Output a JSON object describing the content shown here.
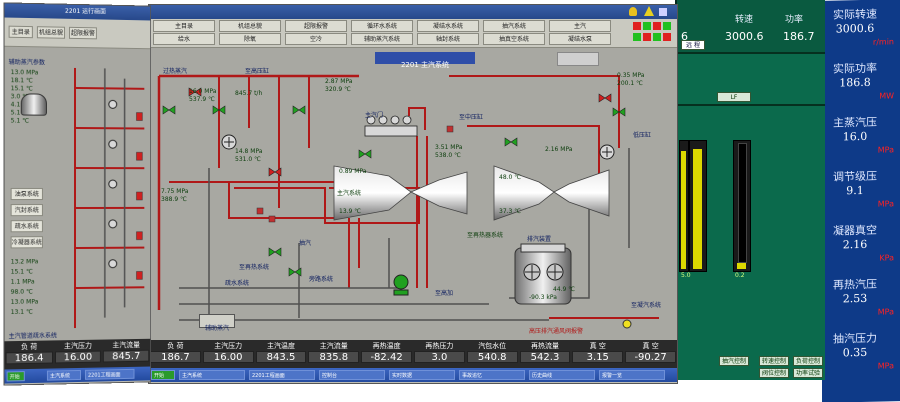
{
  "left_screen": {
    "header_label": "2201 运行画面",
    "toolbar": [
      "主目录",
      "机组总貌",
      "超限报警"
    ],
    "side_params": {
      "title": "辅助蒸汽参数",
      "values": [
        "13.0 MPa",
        "18.1 ℃",
        "15.1 ℃",
        "3.0 ℃",
        "4.1 ℃",
        "5.1 ℃",
        "5.1 ℃"
      ],
      "lower": [
        "13.2 MPa",
        "15.1 ℃",
        "1.1 MPa",
        "98.0 ℃",
        "13.0 MPa",
        "13.1 ℃"
      ]
    },
    "side_buttons": [
      "油泵系统",
      "汽封系统",
      "疏水系统",
      "冷凝器系统"
    ],
    "footer_label": "主汽管道疏水系统",
    "bottom_bar": {
      "labels": [
        "负 荷",
        "主汽压力",
        "主汽流量"
      ],
      "values": [
        "186.4",
        "16.00",
        "845.7"
      ]
    },
    "taskbar": [
      "开始",
      "主汽系统",
      "2201工程画面"
    ]
  },
  "main_screen": {
    "toolbar": [
      "主目录",
      "机组总貌",
      "超限报警",
      "循环水系统",
      "凝结水系统",
      "抽汽系统",
      "主汽",
      "给水",
      "除氧",
      "空冷",
      "辅助蒸汽系统",
      "轴封系统",
      "抽真空系统",
      "凝结水泵"
    ],
    "diagram_title": "2201 主汽系统",
    "labels": {
      "main_steam": "过热蒸汽",
      "to_hp": "至高压缸",
      "stop_valve": "主汽门",
      "condenser": "排汽装置",
      "to_ip": "至中压缸",
      "reheat": "至再热系统",
      "drain": "疏水系统",
      "ext": "抽汽",
      "bypass": "旁路系统",
      "hp_heater": "至高加",
      "to_sep": "至凝汽系统",
      "lp_label": "低压缸",
      "warn": "高压排汽通风阀报警",
      "drain_box": "辅助蒸汽",
      "legend_a": "主汽系统",
      "legend_b": "至再热器系统"
    },
    "values": {
      "v1": "16.0 MPa",
      "v2": "537.9 ℃",
      "v3": "845.7 t/h",
      "v4": "2.87 MPa",
      "v5": "320.9 ℃",
      "v6": "3.51 MPa",
      "v7": "538.0 ℃",
      "v8": "0.35 MPa",
      "v9": "200.1 ℃",
      "v10": "44.9 ℃",
      "v11": "-90.3 kPa",
      "v12": "2.16 MPa",
      "v13": "14.8 MPa",
      "v14": "531.0 ℃",
      "v15": "7.75 MPa",
      "v16": "388.9 ℃",
      "v17": "0.89 MPa",
      "v18": "13.9 ℃",
      "v19": "48.0 ℃",
      "v20": "37.3 ℃"
    },
    "bottom_bar": {
      "labels": [
        "负 荷",
        "主汽压力",
        "主汽温度",
        "主汽流量",
        "再热温度",
        "再热压力",
        "汽包水位",
        "再热流量",
        "真 空",
        "真 空"
      ],
      "values": [
        "186.7",
        "16.00",
        "843.5",
        "835.8",
        "-82.42",
        "3.0",
        "540.8",
        "542.3",
        "3.15",
        "-90.27"
      ]
    },
    "taskbar": [
      "开始",
      "主汽系统",
      "2201工程画面",
      "控制台",
      "实时数据",
      "事故追忆",
      "历史曲线",
      "报警一览"
    ]
  },
  "mid_screen": {
    "header_labels": [
      "转速",
      "功率"
    ],
    "header_values": [
      "3000.6",
      "186.7"
    ],
    "tags": [
      "远 程",
      "LF"
    ],
    "partial_value": "6",
    "bar_values": [
      "5.0",
      "0.2"
    ],
    "buttons": [
      "抽汽控制",
      "转速控制",
      "负荷控制",
      "阀位控制",
      "功率试验"
    ]
  },
  "right_panel": {
    "items": [
      {
        "label": "实际转速",
        "value": "3000.6",
        "unit": "r/min"
      },
      {
        "label": "实际功率",
        "value": "186.8",
        "unit": "MW"
      },
      {
        "label": "主蒸汽压",
        "value": "16.0",
        "unit": "MPa"
      },
      {
        "label": "调节级压",
        "value": "9.1",
        "unit": "MPa"
      },
      {
        "label": "凝器真空",
        "value": "2.16",
        "unit": "KPa"
      },
      {
        "label": "再热汽压",
        "value": "2.53",
        "unit": "MPa"
      },
      {
        "label": "抽汽压力",
        "value": "0.35",
        "unit": "MPa"
      }
    ]
  },
  "colors": {
    "pipe_steam": "#b01818",
    "canvas": "#a8a8a2",
    "right_panel": "#0e3a88",
    "mid_panel": "#0b6a4c",
    "unit_red": "#ff2222"
  }
}
